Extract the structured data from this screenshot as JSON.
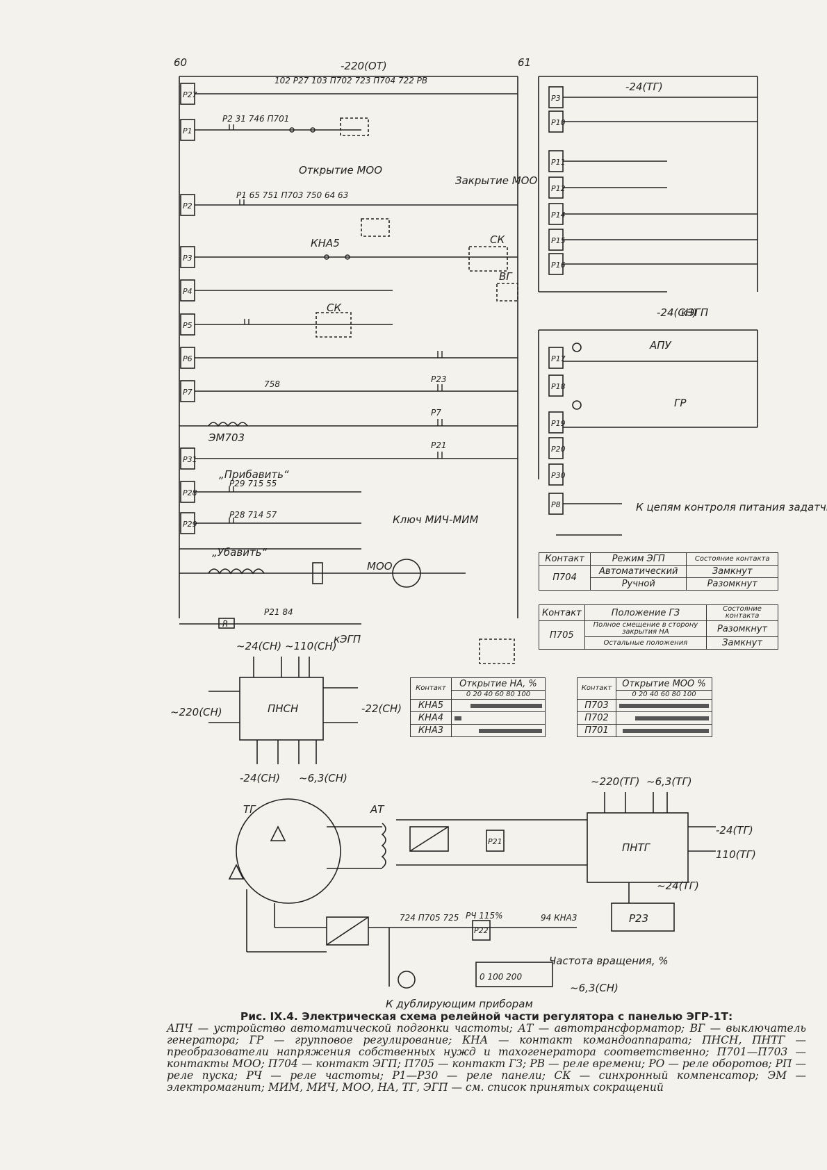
{
  "supplies": {
    "top_main": "-220(ОТ)",
    "top_right": "-24(ТГ)",
    "mid_right": "-24(СН)",
    "to_egp_right": "кЭГП",
    "bottom_left_to_egp": "кЭГП",
    "out_24sn": "~24(СН)",
    "out_110sn": "~110(СН)",
    "in_220sn": "~220(СН)",
    "out_22sn": "-22(СН)",
    "out_minus24sn": "-24(СН)",
    "out_63sn": "~6,3(СН)",
    "out_220tg": "~220(ТГ)",
    "out_63tg": "~6,3(ТГ)",
    "out_24tg": "-24(ТГ)",
    "out_110tg": "110(ТГ)",
    "out_24tg_ac": "~24(ТГ)",
    "out_63sn_bottom": "~6,3(СН)"
  },
  "labels": {
    "zakrytie": "Закрытие МОО",
    "otkrytie": "Открытие МОО",
    "pribavit": "„Прибавить“",
    "ubavit": "„Убавить“",
    "klyuch": "Ключ МИЧ-МИМ",
    "moo": "МОО",
    "em703": "ЭМ703",
    "pnsn": "ПНСН",
    "pntg": "ПНТГ",
    "tg": "ТГ",
    "at": "АТ",
    "p23": "Р23",
    "chastota": "Частота вращения, %",
    "k_dubl": "К дублирующим приборам",
    "k_cepyam": "К цепям контроля питания задатчика мощности",
    "apu": "АПУ",
    "gr": "ГР",
    "rch115": "РЧ 115%"
  },
  "relay_boxes_left": [
    "Р27",
    "Р1",
    "Р2",
    "Р3",
    "Р4",
    "Р5",
    "Р6",
    "Р7",
    "Р31",
    "Р28",
    "Р29"
  ],
  "relay_boxes_right": [
    "Р3",
    "Р10",
    "Р11",
    "Р12",
    "Р14",
    "Р15",
    "Р16"
  ],
  "relay_boxes_right2": [
    "Р17",
    "Р18",
    "Р19",
    "Р20",
    "Р30",
    "Р8"
  ],
  "egp_table": {
    "h1": "Контакт",
    "h2": "Режим ЭГП",
    "h3": "Состояние контакта",
    "contact": "П704",
    "r1_mode": "Автоматический",
    "r1_state": "Замкнут",
    "r2_mode": "Ручной",
    "r2_state": "Разомкнут"
  },
  "gz_table": {
    "h1": "Контакт",
    "h2": "Положение ГЗ",
    "h3": "Состояние контакта",
    "contact": "П705",
    "r1_pos": "Полное смещение в сторону закрытия НА",
    "r1_state": "Разомкнут",
    "r2_pos": "Остальные положения",
    "r2_state": "Замкнут"
  },
  "kna_table": {
    "h1": "Контакт",
    "h2": "Открытие НА, %",
    "scale": "0 20 40 60 80 100",
    "rows": [
      "КНА5",
      "КНА4",
      "КНА3"
    ]
  },
  "moo_table": {
    "h1": "Контакт",
    "h2": "Открытие МОО %",
    "scale": "0 20 40 60 80 100",
    "rows": [
      "П703",
      "П702",
      "П701"
    ]
  },
  "caption": {
    "title": "Рис. IX.4. Электрическая схема релейной части регулятора с панелью ЭГР-1Т:",
    "body": "АПЧ — устройство автоматической подгонки частоты; АТ — автотрансформатор; ВГ — выключатель генератора; ГР — групповое регулирование; КНА — контакт командоаппарата; ПНСН, ПНТГ — преобразователи напряжения собственных нужд и тахогенератора соответственно; П701—П703 — контакты МОО; П704 — контакт ЭГП; П705 — контакт ГЗ; РВ — реле времени; РО — реле оборотов; РП — реле пуска; РЧ — реле частоты; Р1—Р30 — реле панели; СК — синхронный компенсатор; ЭМ — электромагнит; МИМ, МИЧ, МОО, НА, ТГ, ЭГП — см. список принятых сокращений"
  }
}
